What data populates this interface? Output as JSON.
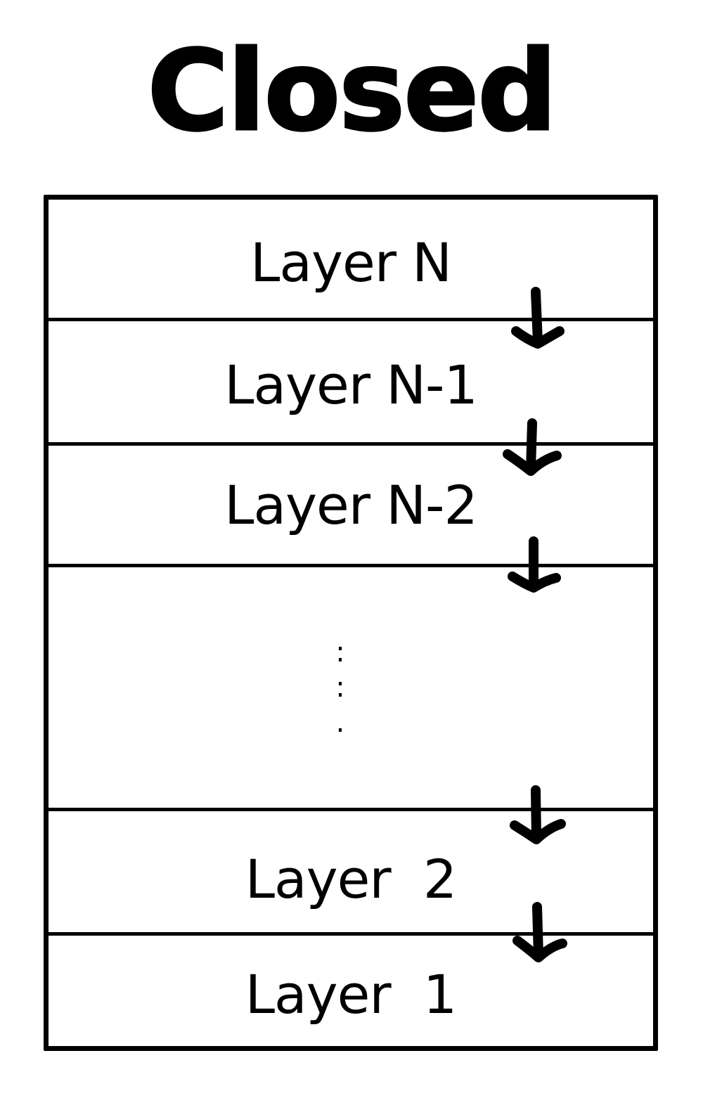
{
  "diagram": {
    "title": "Closed",
    "layers": [
      {
        "label": "Layer N"
      },
      {
        "label": "Layer N-1"
      },
      {
        "label": "Layer N-2"
      },
      {
        "label": ":\n:\n."
      },
      {
        "label": "Layer  2"
      },
      {
        "label": "Layer  1"
      }
    ],
    "arrow_direction": "down"
  }
}
